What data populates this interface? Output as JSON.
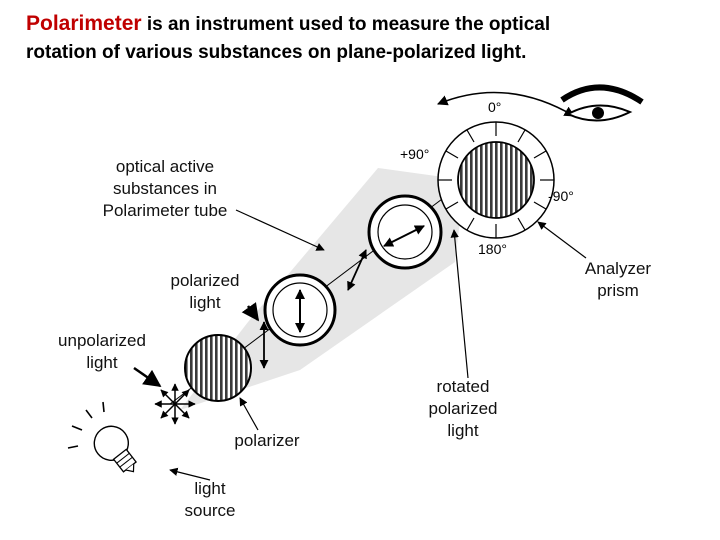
{
  "title": {
    "keyword": "Polarimeter",
    "line1_rest": " is an instrument used to measure the optical",
    "line2": "rotation of various substances on plane-polarized light."
  },
  "labels": {
    "optical_active": [
      "optical active",
      "substances in",
      "Polarimeter tube"
    ],
    "analyzer": [
      "Analyzer",
      "prism"
    ],
    "polarized": [
      "polarized",
      "light"
    ],
    "unpolarized": [
      "unpolarized",
      "light"
    ],
    "rotated": [
      "rotated",
      "polarized",
      "light"
    ],
    "polarizer": "polarizer",
    "light_source": [
      "light",
      "source"
    ]
  },
  "dial": {
    "top": "0°",
    "left": "+90°",
    "right": "-90°",
    "bottom": "180°"
  },
  "colors": {
    "keyword": "#c00000",
    "beam": "#e6e6e6"
  }
}
